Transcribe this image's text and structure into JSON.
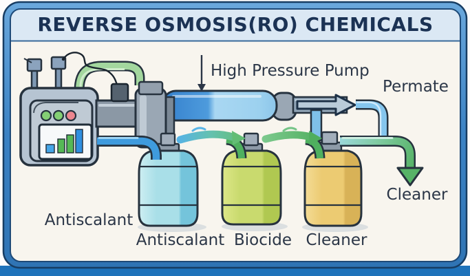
{
  "title": "REVERSE OSMOSIS(RO) CHEMICALS",
  "annotations": {
    "pump_label": "High Pressure Pump",
    "permeate_label": "Permate",
    "output_label": "Cleaner",
    "device_label": "Antiscalant"
  },
  "tanks": [
    {
      "label": "Antiscalant",
      "color": "#a9dfe8"
    },
    {
      "label": "Biocide",
      "color": "#c9da6e"
    },
    {
      "label": "Cleaner",
      "color": "#eccb72"
    }
  ],
  "control_panel": {
    "indicator_lights": [
      "green",
      "green",
      "red"
    ],
    "screen_bars": [
      {
        "color": "blue",
        "height": 12
      },
      {
        "color": "green",
        "height": 20
      },
      {
        "color": "green",
        "height": 26
      },
      {
        "color": "blue",
        "height": 34
      }
    ]
  },
  "palette": {
    "frame_blue": "#3b82c4",
    "header_bg": "#dbe8f4",
    "canvas_bg": "#f8f5ee",
    "title_color": "#1b3254",
    "pipe_blue": "#3f9bdd",
    "pipe_green": "#57b367",
    "vessel_blue_dark": "#3480cd",
    "vessel_blue_light": "#a9d7f2",
    "bottom_strip": "#1e72ba"
  }
}
